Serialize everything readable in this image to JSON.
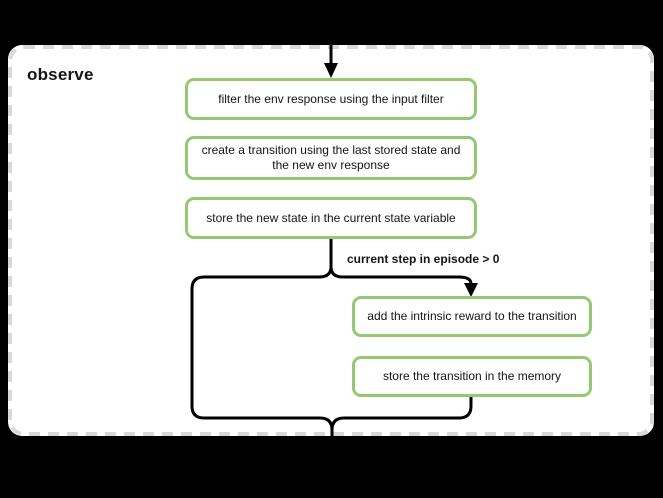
{
  "diagram": {
    "title": "observe",
    "condition_label": "current step in episode > 0",
    "nodes": [
      {
        "label": "filter the env response using the input filter"
      },
      {
        "label": "create a transition using the last stored state and the new env response"
      },
      {
        "label": "store the new state in the current state variable"
      },
      {
        "label": "add the intrinsic reward to the transition"
      },
      {
        "label": "store the transition in the memory"
      }
    ],
    "colors": {
      "node_border": "#95c873",
      "node_bg": "#ffffff",
      "container_bg": "#ffffff",
      "outer_bg": "#000000",
      "dashed_border": "#d8d8d8",
      "line": "#000000",
      "text": "#141414"
    }
  }
}
